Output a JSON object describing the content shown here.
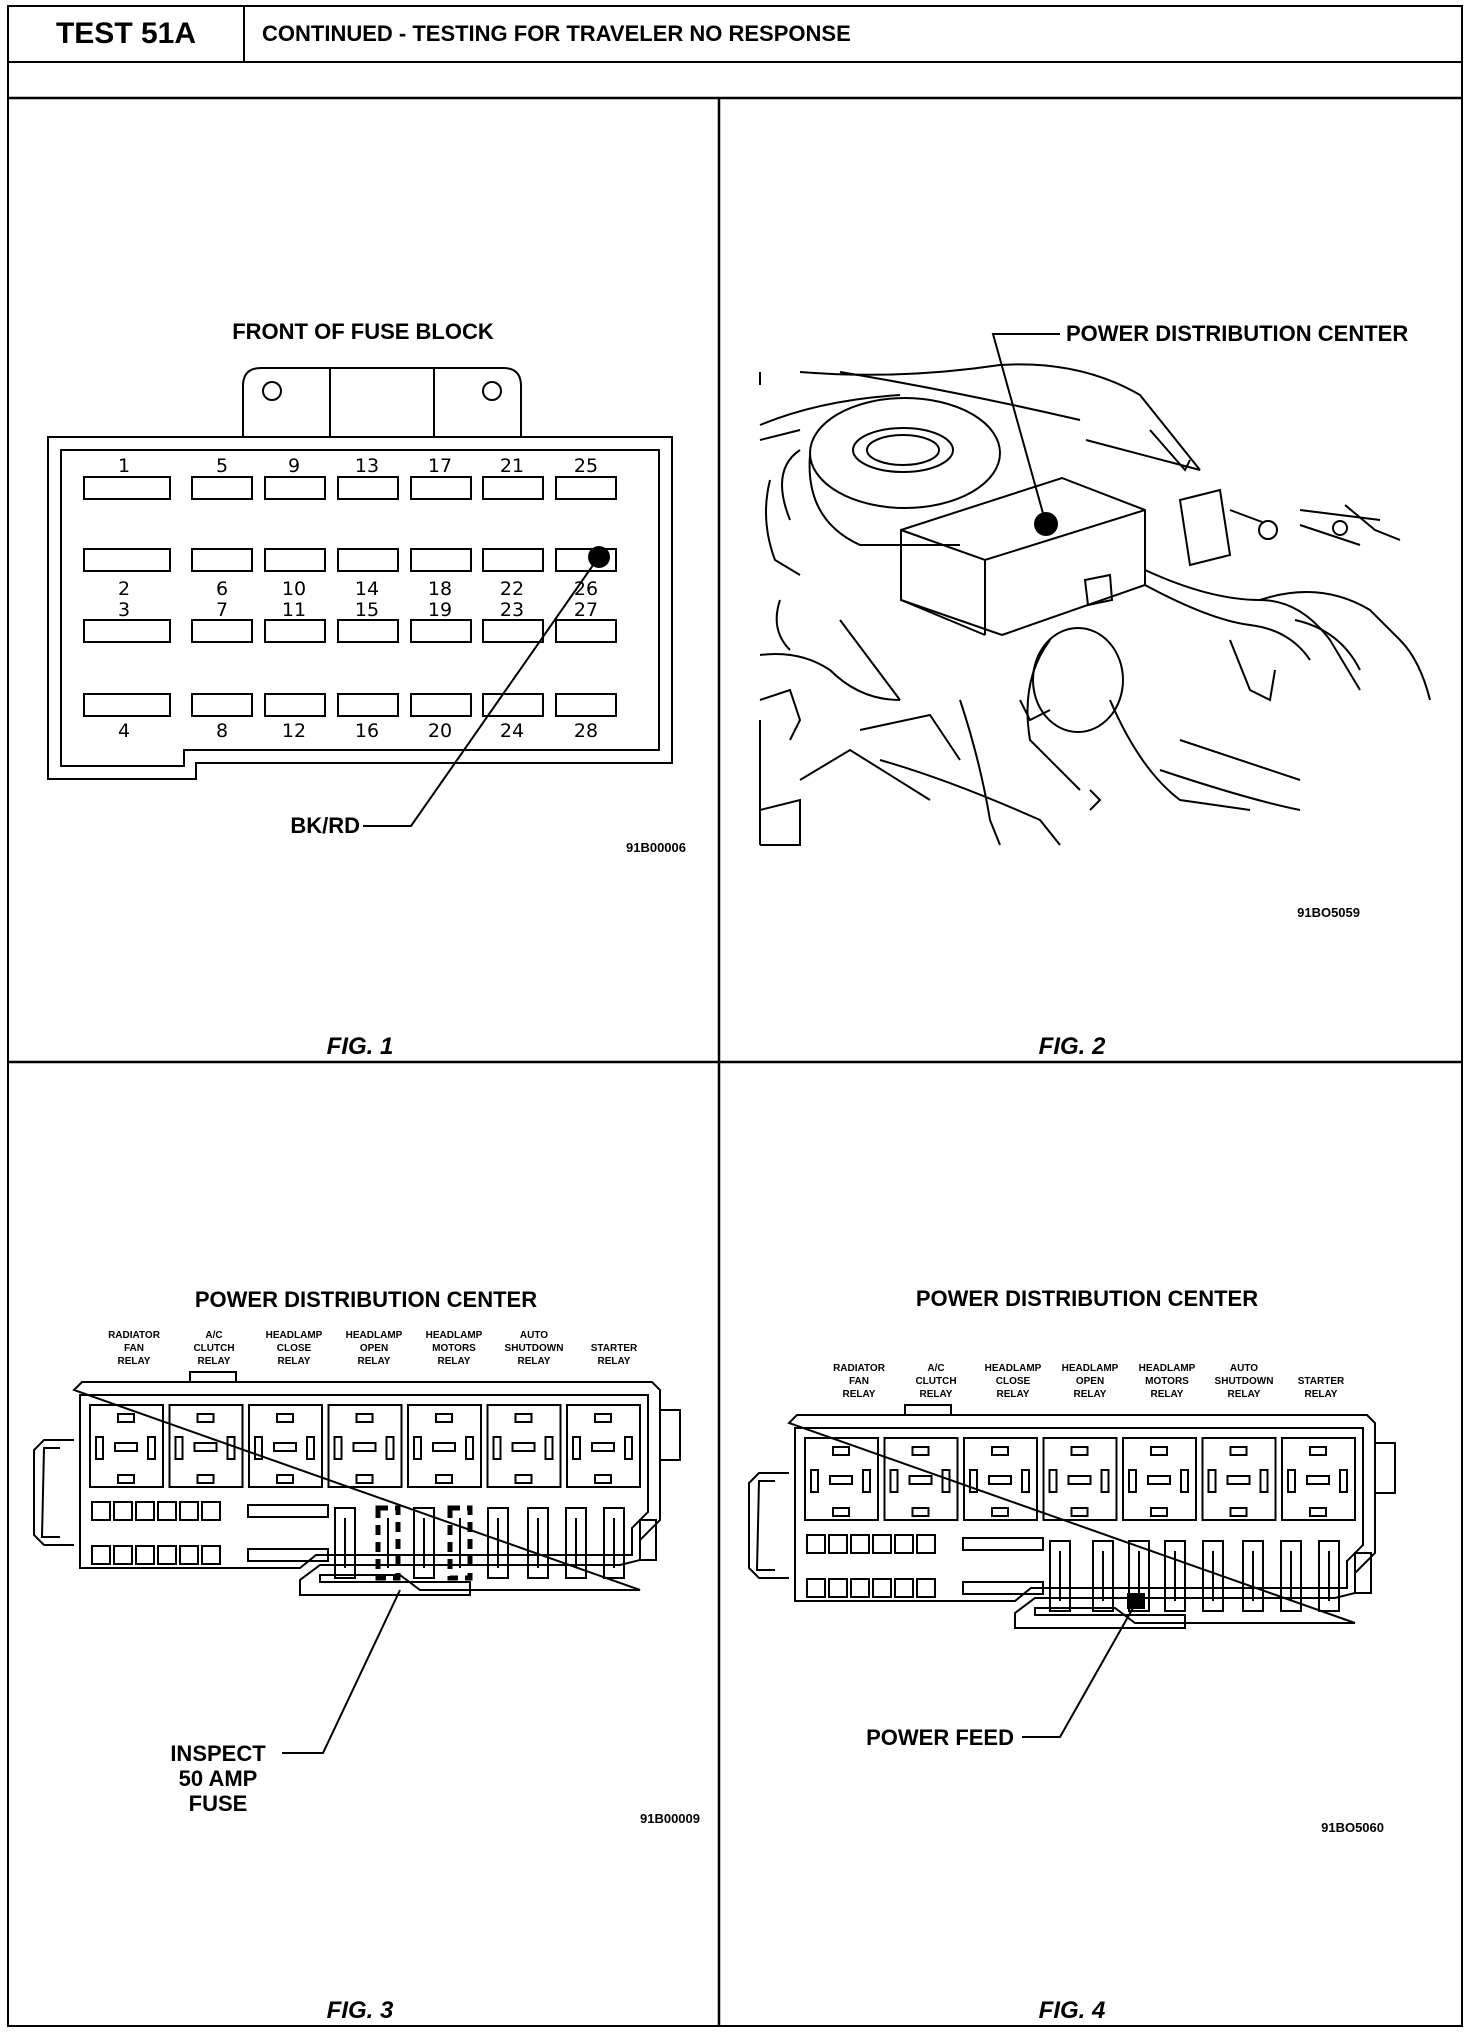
{
  "header": {
    "test_id": "TEST 51A",
    "title": "CONTINUED - TESTING FOR TRAVELER NO RESPONSE"
  },
  "fig1": {
    "heading": "FRONT OF FUSE BLOCK",
    "fuse_numbers": {
      "row1_top": [
        "1",
        "5",
        "9",
        "13",
        "17",
        "21",
        "25"
      ],
      "row2_bottom": [
        "2",
        "6",
        "10",
        "14",
        "18",
        "22",
        "26"
      ],
      "row3_top": [
        "3",
        "7",
        "11",
        "15",
        "19",
        "23",
        "27"
      ],
      "row4_bottom": [
        "4",
        "8",
        "12",
        "16",
        "20",
        "24",
        "28"
      ]
    },
    "callout": "BK/RD",
    "ref_code": "91B00006",
    "caption": "FIG. 1"
  },
  "fig2": {
    "callout": "POWER DISTRIBUTION CENTER",
    "ref_code": "91BO5059",
    "caption": "FIG. 2"
  },
  "fig3": {
    "heading": "POWER DISTRIBUTION CENTER",
    "relays": [
      [
        "RADIATOR",
        "FAN",
        "RELAY"
      ],
      [
        "A/C",
        "CLUTCH",
        "RELAY"
      ],
      [
        "HEADLAMP",
        "CLOSE",
        "RELAY"
      ],
      [
        "HEADLAMP",
        "OPEN",
        "RELAY"
      ],
      [
        "HEADLAMP",
        "MOTORS",
        "RELAY"
      ],
      [
        "AUTO",
        "SHUTDOWN",
        "RELAY"
      ],
      [
        "STARTER",
        "RELAY"
      ]
    ],
    "callout": [
      "INSPECT",
      "50 AMP",
      "FUSE"
    ],
    "ref_code": "91B00009",
    "caption": "FIG. 3"
  },
  "fig4": {
    "heading": "POWER DISTRIBUTION CENTER",
    "relays": [
      [
        "RADIATOR",
        "FAN",
        "RELAY"
      ],
      [
        "A/C",
        "CLUTCH",
        "RELAY"
      ],
      [
        "HEADLAMP",
        "CLOSE",
        "RELAY"
      ],
      [
        "HEADLAMP",
        "OPEN",
        "RELAY"
      ],
      [
        "HEADLAMP",
        "MOTORS",
        "RELAY"
      ],
      [
        "AUTO",
        "SHUTDOWN",
        "RELAY"
      ],
      [
        "STARTER",
        "RELAY"
      ]
    ],
    "callout": "POWER FEED",
    "ref_code": "91BO5060",
    "caption": "FIG. 4"
  }
}
